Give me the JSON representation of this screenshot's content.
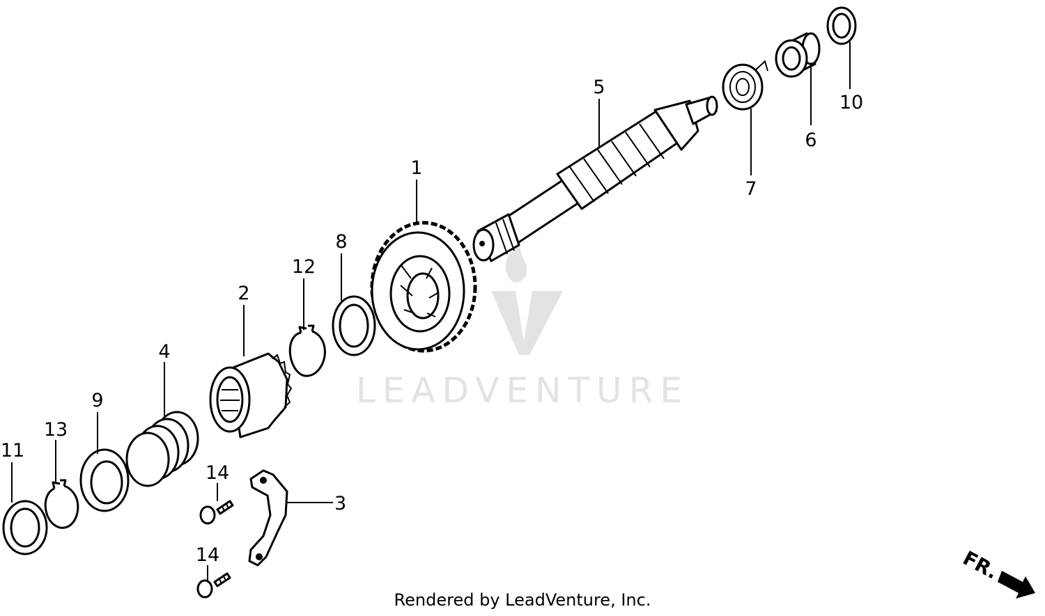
{
  "watermark": {
    "text": "LEADVENTURE"
  },
  "credit": {
    "text": "Rendered by LeadVenture, Inc."
  },
  "direction_marker": {
    "label": "FR.",
    "icon": "front-direction-arrow-icon"
  },
  "callouts": {
    "c1": "1",
    "c2": "2",
    "c3": "3",
    "c4": "4",
    "c5": "5",
    "c6": "6",
    "c7": "7",
    "c8": "8",
    "c9": "9",
    "c10": "10",
    "c11": "11",
    "c12": "12",
    "c13": "13",
    "c14a": "14",
    "c14b": "14"
  },
  "colors": {
    "line": "#000000",
    "watermark": "#e3e3e3",
    "background": "#ffffff"
  }
}
